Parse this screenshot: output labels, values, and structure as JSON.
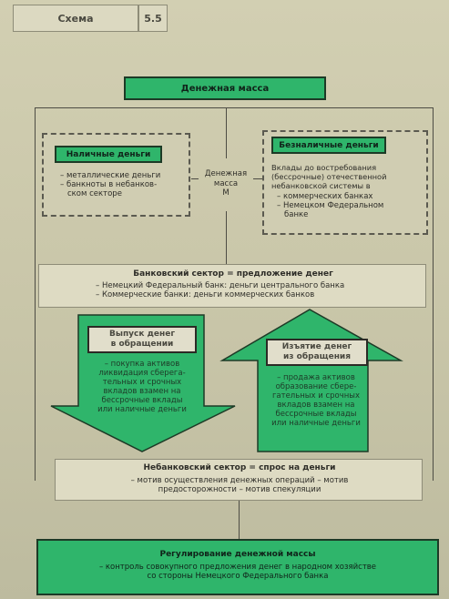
{
  "header": {
    "label": "Схема",
    "number": "5.5"
  },
  "money_supply": {
    "title": "Денежная масса",
    "center_label": "Денежная\nмасса\nM"
  },
  "cash": {
    "title": "Наличные деньги",
    "items": [
      "– металлические деньги",
      "– банкноты в небанков-",
      "ском секторе"
    ]
  },
  "noncash": {
    "title": "Безналичные деньги",
    "desc": "Вклады до востребования (бессрочные) отечественной небанковской системы в",
    "items": [
      "– коммерческих банках",
      "– Немецком Федеральном",
      "банке"
    ]
  },
  "bank_sector": {
    "title": "Банковский сектор = предложение денег",
    "items": [
      "– Немецкий Федеральный банк: деньги центрального банка",
      "– Коммерческие банки: деньги коммерческих банков"
    ]
  },
  "issue": {
    "title": "Выпуск денег\nв обращении",
    "items": [
      "– покупка активов",
      "ликвидация сберега-",
      "тельных и срочных",
      "вкладов взамен на",
      "бессрочные вклады",
      "или наличные деньги"
    ]
  },
  "withdrawal": {
    "title": "Изъятие денег\nиз обращения",
    "items": [
      "– продажа активов",
      "образование сбере-",
      "гательных и срочных",
      "вкладов взамен на",
      "бессрочные вклады",
      "или наличные деньги"
    ]
  },
  "nonbank_sector": {
    "title": "Небанковский сектор = спрос на деньги",
    "items": [
      "– мотив осуществления денежных операций – мотив",
      "предосторожности – мотив спекуляции"
    ]
  },
  "regulation": {
    "title": "Регулирование денежной массы",
    "items": [
      "– контроль совокупного предложения денег в народном хозяйстве",
      "со стороны Немецкого Федерального банка"
    ]
  },
  "colors": {
    "green": "#2fb56b",
    "dark": "#1d3a26",
    "paper": "#d2cfb2"
  }
}
